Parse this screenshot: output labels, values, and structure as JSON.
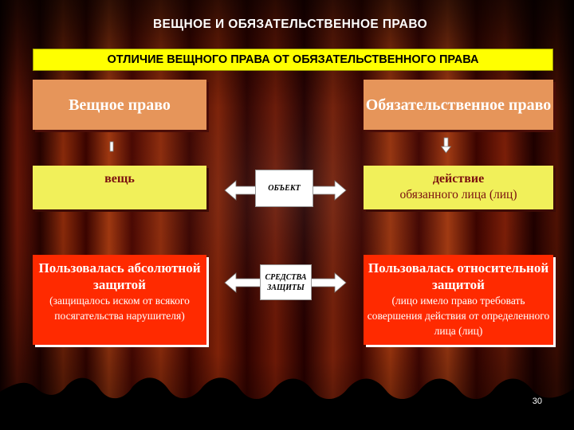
{
  "slide": {
    "title": "ВЕЩНОЕ  И  ОБЯЗАТЕЛЬСТВЕННОЕ ПРАВО",
    "banner": "ОТЛИЧИЕ ВЕЩНОГО ПРАВА ОТ ОБЯЗАТЕЛЬСТВЕННОГО ПРАВА",
    "page_number": "30"
  },
  "left": {
    "heading": "Вещное право",
    "object": "вещь",
    "protection_title": "Пользовалась абсолютной защитой",
    "protection_note": "(защищалось иском от всякого посягательства нарушителя)"
  },
  "right": {
    "heading": "Обязательственное право",
    "object_title": "действие",
    "object_note": "обязанного лица (лиц)",
    "protection_title": "Пользовалась относительной защитой",
    "protection_note": "(лицо имело право требовать совершения действия от определенного лица (лиц)"
  },
  "connectors": {
    "object_label": "ОБЪЕКТ",
    "protection_label_line1": "СРЕДСТВА",
    "protection_label_line2": "ЗАЩИТЫ"
  },
  "colors": {
    "banner": "#ffff00",
    "heading_box": "#e6955a",
    "object_box": "#f1f05a",
    "protection_box": "#ff2a00",
    "background": "#5a0a06"
  }
}
